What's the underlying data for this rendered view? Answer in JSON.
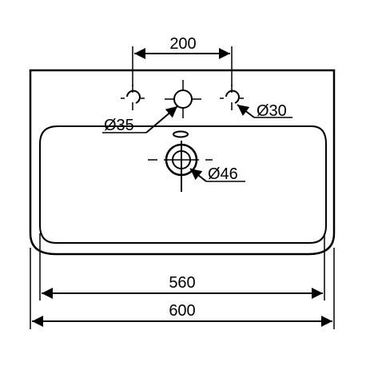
{
  "dimensions": {
    "tap_spacing": "200",
    "inner_width": "560",
    "outer_width": "600",
    "side_hole_diameter": "Ø30",
    "tap_hole_diameter": "Ø35",
    "drain_diameter": "Ø46"
  }
}
